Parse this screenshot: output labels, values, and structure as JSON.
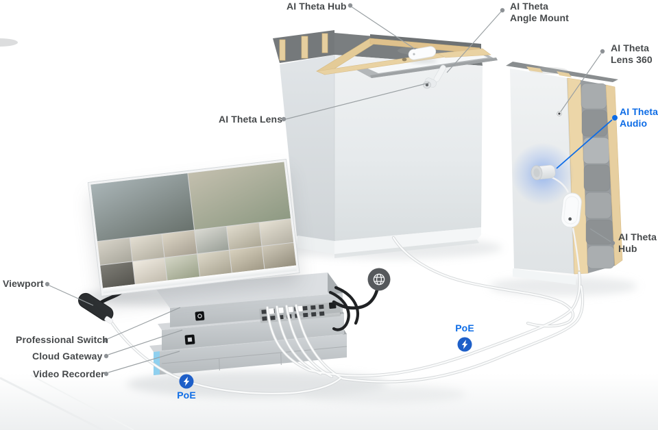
{
  "colors": {
    "accent": "#0d6ce6",
    "poe_badge": "#1e5fc8",
    "label": "#46494b",
    "leader": "#9aa0a3"
  },
  "labels": {
    "hub_top": "AI Theta Hub",
    "angle_mount": "AI Theta Angle Mount",
    "lens_360": "AI Theta Lens 360",
    "audio": "AI Theta Audio",
    "lens": "AI Theta Lens",
    "hub_right": "AI Theta Hub",
    "viewport": "Viewport",
    "professional_switch": "Professional Switch",
    "cloud_gateway": "Cloud Gateway",
    "video_recorder": "Video Recorder",
    "poe_right": "PoE",
    "poe_left": "PoE"
  },
  "icons": {
    "poe": "lightning-bolt-in-circle",
    "internet": "globe"
  },
  "monitor": {
    "feeds": [
      {
        "c1": "#a9b4b6",
        "c2": "#69726d"
      },
      {
        "c1": "#c3bfae",
        "c2": "#8e9a83"
      },
      {
        "c1": "#d7d3c8",
        "c2": "#a9a79c"
      },
      {
        "c1": "#e3ded2",
        "c2": "#b4b0a2"
      },
      {
        "c1": "#ddd6c6",
        "c2": "#a8a193"
      },
      {
        "c1": "#d9d9d2",
        "c2": "#9aa098"
      },
      {
        "c1": "#e0dbcd",
        "c2": "#ada896"
      },
      {
        "c1": "#e6e1d4",
        "c2": "#b5b1a4"
      },
      {
        "c1": "#7e7d76",
        "c2": "#55544e"
      },
      {
        "c1": "#efeae0",
        "c2": "#c2bcae"
      },
      {
        "c1": "#d3d5c5",
        "c2": "#9aa188"
      },
      {
        "c1": "#ddd8c8",
        "c2": "#a9a492"
      },
      {
        "c1": "#d7d0bd",
        "c2": "#a19a87"
      },
      {
        "c1": "#cfc9b9",
        "c2": "#938d7c"
      }
    ]
  }
}
